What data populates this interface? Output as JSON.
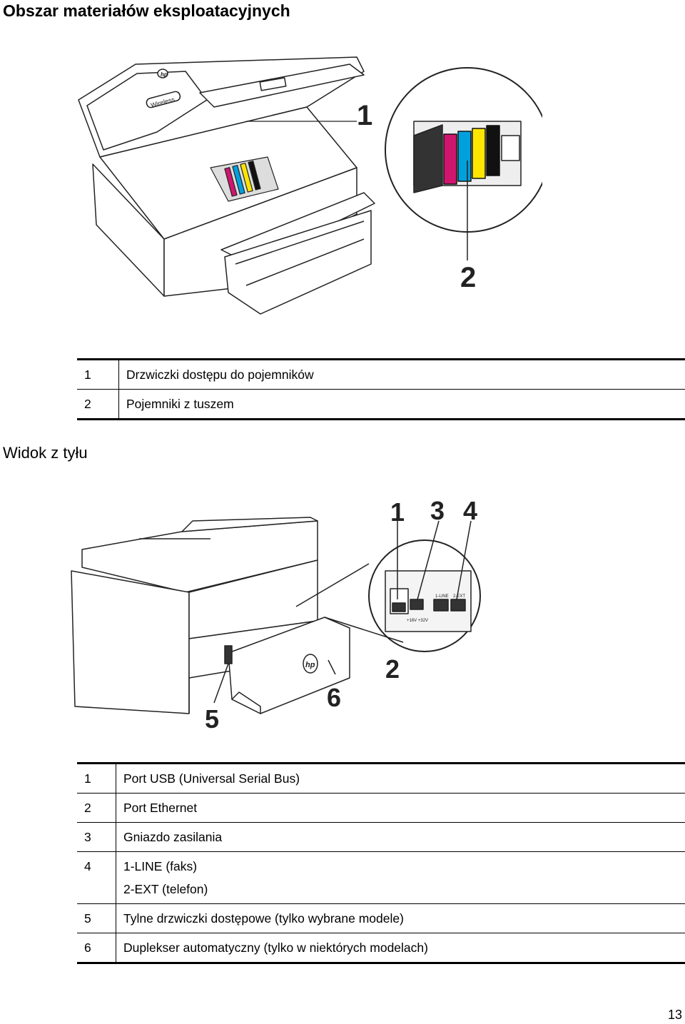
{
  "section1": {
    "title": "Obszar materiałów eksploatacyjnych",
    "figure": {
      "callouts": [
        "1",
        "2"
      ],
      "logo": "hp",
      "badge": "Wireless"
    },
    "legend": [
      {
        "num": "1",
        "text": "Drzwiczki dostępu do pojemników"
      },
      {
        "num": "2",
        "text": "Pojemniki z tuszem"
      }
    ]
  },
  "section2": {
    "title": "Widok z tyłu",
    "figure": {
      "callouts": [
        "1",
        "3",
        "4",
        "2",
        "5",
        "6"
      ],
      "port_labels": [
        "1-LINE",
        "2-EXT"
      ],
      "voltage_label": "+16V  +32V",
      "logo": "hp"
    },
    "legend": [
      {
        "num": "1",
        "text": "Port USB (Universal Serial Bus)"
      },
      {
        "num": "2",
        "text": "Port Ethernet"
      },
      {
        "num": "3",
        "text": "Gniazdo zasilania"
      },
      {
        "num": "4",
        "text": "1-LINE (faks)",
        "text2": "2-EXT (telefon)"
      },
      {
        "num": "5",
        "text": "Tylne drzwiczki dostępowe (tylko wybrane modele)"
      },
      {
        "num": "6",
        "text": "Duplekser automatyczny (tylko w niektórych modelach)"
      }
    ]
  },
  "colors": {
    "cyan": "#00a0dc",
    "magenta": "#d0156e",
    "yellow": "#ffe600",
    "black": "#000000"
  },
  "page_number": "13"
}
